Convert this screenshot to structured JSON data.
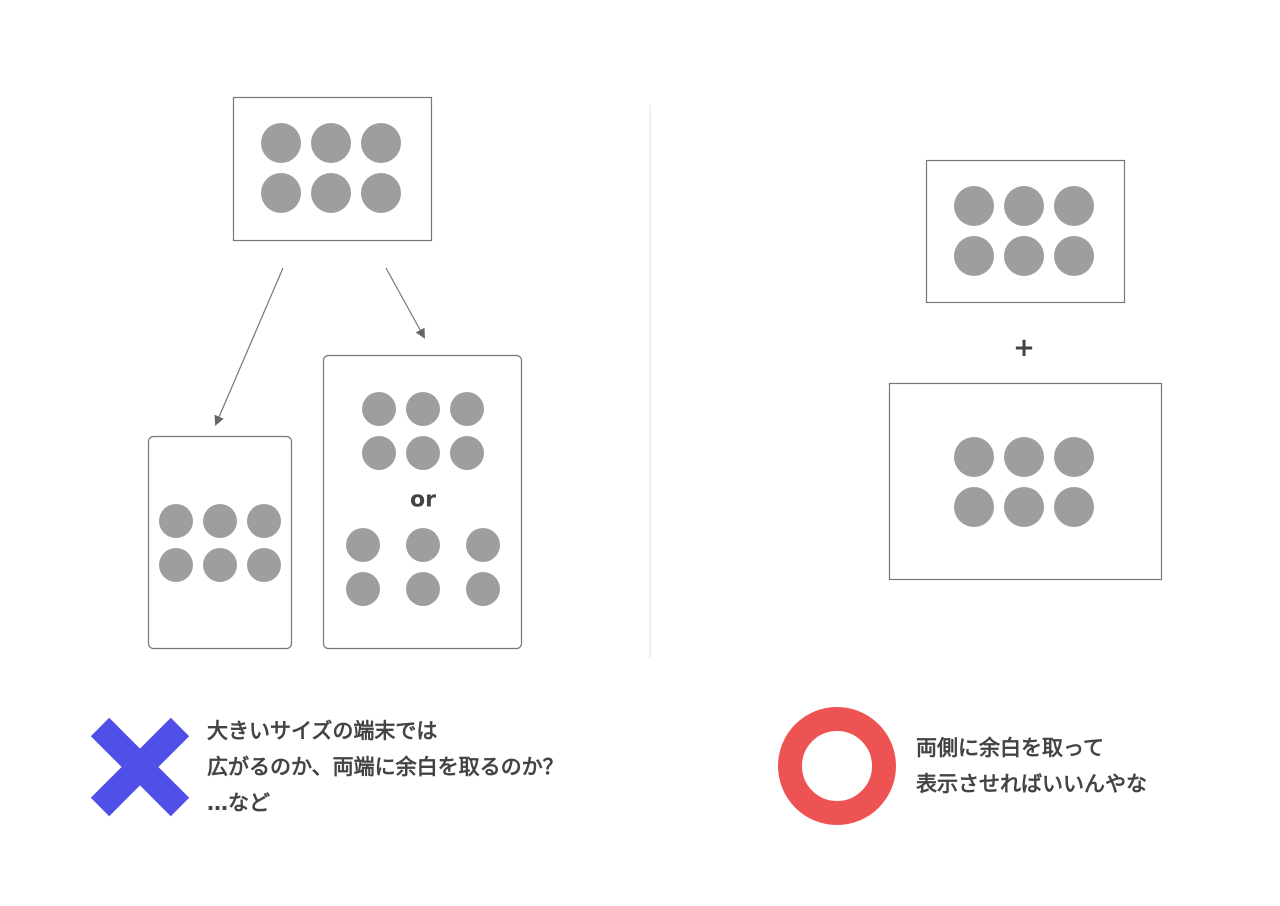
{
  "diagram": {
    "or_label": "or",
    "plus_label": "+"
  },
  "bad_example": {
    "icon": "cross-icon",
    "color": "#5050e8",
    "lines": [
      "大きいサイズの端末では",
      "広がるのか、両端に余白を取るのか？",
      "…など"
    ]
  },
  "good_example": {
    "icon": "circle-icon",
    "color": "#ee5353",
    "lines": [
      "両側に余白を取って",
      "表示させればいいんやな"
    ]
  },
  "colors": {
    "dot": "#9e9e9e",
    "border": "#777777",
    "divider": "#dddddd"
  }
}
